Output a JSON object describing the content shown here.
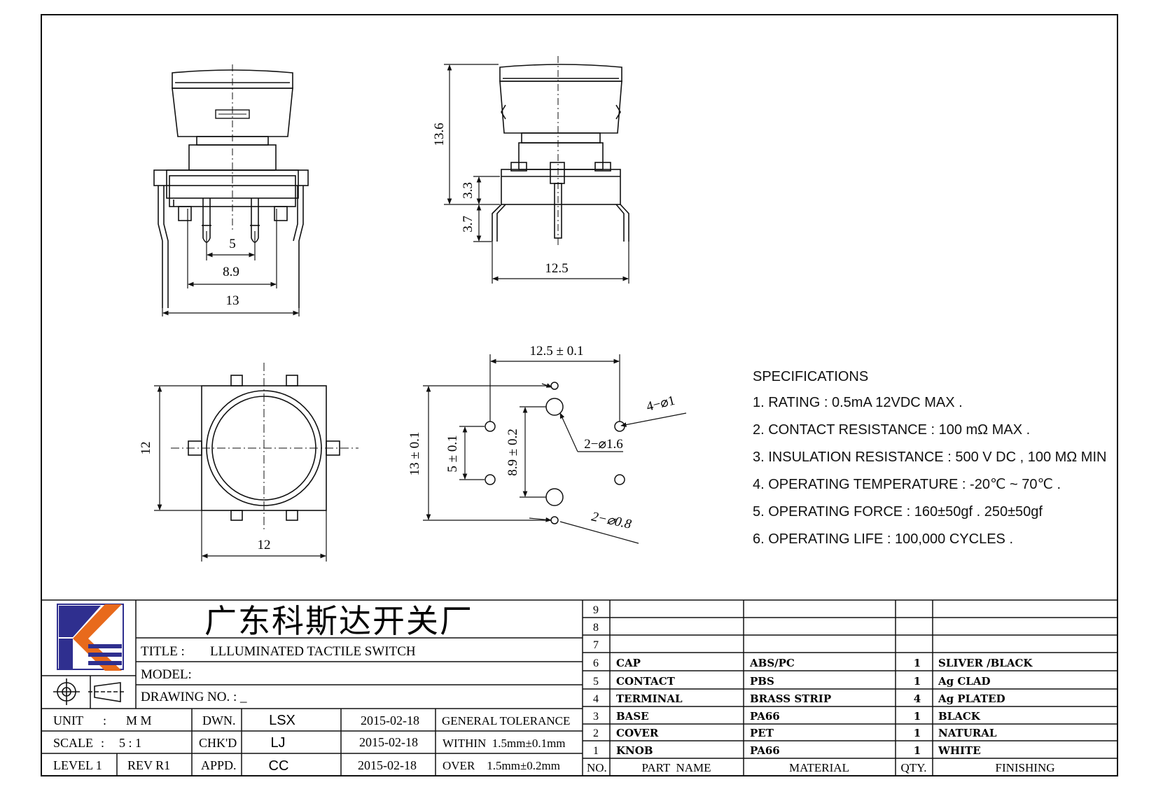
{
  "views": {
    "front": {
      "dim_pitch": "5",
      "dim_pin_span": "8.9",
      "dim_width": "13"
    },
    "side": {
      "dim_height": "13.6",
      "dim_body": "3.3",
      "dim_pin": "3.7",
      "dim_width": "12.5"
    },
    "top": {
      "dim_height": "12",
      "dim_width": "12"
    },
    "footprint": {
      "dim_top": "12.5 ± 0.1",
      "dim_vertical": "13 ± 0.1",
      "dim_pitch": "5 ± 0.1",
      "dim_span": "8.9 ± 0.2",
      "hole_a": "4−⌀1",
      "hole_b": "2−⌀1.6",
      "hole_c": "2−⌀0.8"
    }
  },
  "specifications": {
    "title": "SPECIFICATIONS",
    "items": [
      "1. RATING : 0.5mA 12VDC MAX .",
      "2. CONTACT RESISTANCE : 100 mΩ MAX .",
      "3. INSULATION RESISTANCE : 500 V DC , 100 MΩ MIN",
      "4. OPERATING TEMPERATURE : -20℃ ~ 70℃ .",
      "5. OPERATING FORCE : 160±50gf . 250±50gf",
      "6. OPERATING LIFE : 100,000 CYCLES ."
    ]
  },
  "title_block": {
    "company": "广东科斯达开关厂",
    "title_label": "TITLE :",
    "title_value": "LLLUMINATED TACTILE SWITCH",
    "model_label": "MODEL:",
    "drawing_no_label": "DRAWING NO. : _",
    "unit_label": "UNIT",
    "unit_colon": ":",
    "unit_value": "M M",
    "scale_label": "SCALE",
    "scale_colon": ":",
    "scale_value": "5 : 1",
    "level_label": "LEVEL 1",
    "rev_label": "REV  R1",
    "sign_rows": [
      {
        "role": "DWN.",
        "name": "LSX",
        "date": "2015-02-18"
      },
      {
        "role": "CHK'D",
        "name": "LJ",
        "date": "2015-02-18"
      },
      {
        "role": "APPD.",
        "name": "CC",
        "date": "2015-02-18"
      }
    ],
    "tolerance_header": "GENERAL TOLERANCE",
    "tolerance_within": "WITHIN  1.5mm±0.1mm",
    "tolerance_over": "OVER    1.5mm±0.2mm"
  },
  "bom": {
    "headers": {
      "no": "NO.",
      "part": "PART  NAME",
      "material": "MATERIAL",
      "qty": "QTY.",
      "finishing": "FINISHING"
    },
    "rows": [
      {
        "no": "9",
        "part": "",
        "material": "",
        "qty": "",
        "finishing": ""
      },
      {
        "no": "8",
        "part": "",
        "material": "",
        "qty": "",
        "finishing": ""
      },
      {
        "no": "7",
        "part": "",
        "material": "",
        "qty": "",
        "finishing": ""
      },
      {
        "no": "6",
        "part": "CAP",
        "material": "ABS/PC",
        "qty": "1",
        "finishing": "SLIVER /BLACK"
      },
      {
        "no": "5",
        "part": "CONTACT",
        "material": "PBS",
        "qty": "1",
        "finishing": "Ag CLAD"
      },
      {
        "no": "4",
        "part": "TERMINAL",
        "material": "BRASS STRIP",
        "qty": "4",
        "finishing": "Ag PLATED"
      },
      {
        "no": "3",
        "part": "BASE",
        "material": "PA66",
        "qty": "1",
        "finishing": "BLACK"
      },
      {
        "no": "2",
        "part": "COVER",
        "material": "PET",
        "qty": "1",
        "finishing": "NATURAL"
      },
      {
        "no": "1",
        "part": "KNOB",
        "material": "PA66",
        "qty": "1",
        "finishing": "WHITE"
      }
    ]
  },
  "colors": {
    "logo_blue": "#2f2f8f",
    "logo_orange": "#e86a1c",
    "line": "#111111"
  }
}
